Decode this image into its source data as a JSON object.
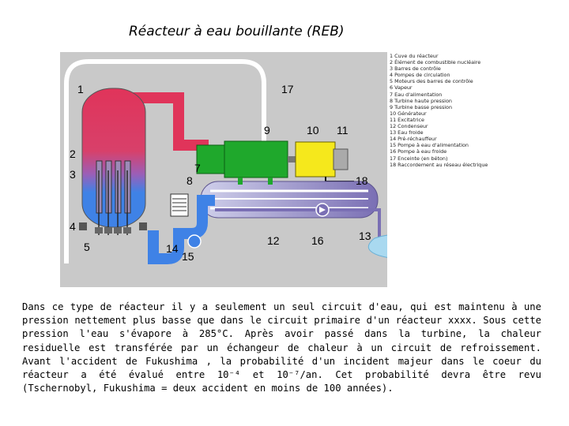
{
  "title": "Réacteur à eau bouillante (REB)",
  "diagram": {
    "labels": {
      "l1": "1",
      "l2": "2",
      "l3": "3",
      "l4": "4",
      "l5": "5",
      "l7": "7",
      "l8": "8",
      "l9": "9",
      "l10": "10",
      "l11": "11",
      "l12": "12",
      "l13": "13",
      "l14": "14",
      "l15": "15",
      "l16": "16",
      "l17": "17",
      "l18": "18"
    },
    "colors": {
      "steam": "#e0345a",
      "water": "#3f82e6",
      "turbine": "#1fa82c",
      "generator": "#f5e81c",
      "condenser_loop": "#7a6fb4",
      "river": "#a9d9f0",
      "background": "#c9c9c9"
    }
  },
  "legend": [
    "1 Cuve du réacteur",
    "2 Élément de combustible nucléaire",
    "3 Barres de contrôle",
    "4 Pompes de circulation",
    "5 Moteurs des barres de contrôle",
    "6 Vapeur",
    "7 Eau d'alimentation",
    "8 Turbine haute pression",
    "9 Turbine basse pression",
    "10 Générateur",
    "11 Excitatrice",
    "12 Condenseur",
    "13 Eau froide",
    "14 Pré-réchauffeur",
    "15 Pompe à eau d'alimentation",
    "16 Pompe à eau froide",
    "17 Enceinte (en béton)",
    "18 Raccordement au réseau électrique"
  ],
  "caption": "Dans ce type de réacteur il y a seulement un seul circuit d'eau, qui est maintenu à une pression nettement plus basse que dans le circuit primaire d'un réacteur xxxx. Sous cette pression l'eau s'évapore à 285°C. Après avoir passé dans la turbine, la chaleur residuelle est transférée par un échangeur de chaleur à un circuit de refroissement. Avant l'accident de Fukushima , la probabilité d'un incident majeur dans le coeur du réacteur a été évalué entre 10⁻⁴ et 10⁻⁷/an. Cet probabilité devra être revu (Tschernobyl, Fukushima = deux accident en moins de 100 années)."
}
